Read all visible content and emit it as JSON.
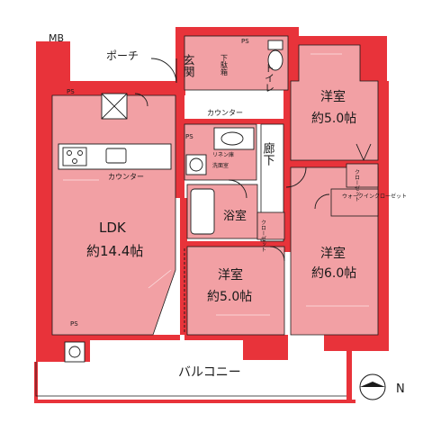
{
  "colors": {
    "wall": "#e8333a",
    "room": "#f2a0a4",
    "line": "#1a1a1a",
    "paper": "#ffffff"
  },
  "rooms": {
    "mb": "MB",
    "porch": "ポーチ",
    "entrance": "玄関",
    "shoe_box": "下駄箱",
    "ps_top": "PS",
    "toilet": "トイレ",
    "western_ne": {
      "name": "洋室",
      "size": "約5.0帖"
    },
    "counter_top": "カウンター",
    "linen": "リネン庫",
    "washroom": "洗面室",
    "ps_mid": "PS",
    "corridor": "廊下",
    "closet_right": "クローゼット",
    "walkin": "ウォークインクローゼット",
    "bath": "浴室",
    "closet_mid": "クローゼット",
    "ldk": {
      "name": "LDK",
      "size": "約14.4帖"
    },
    "kitchen_counter": "カウンター",
    "western_center": {
      "name": "洋室",
      "size": "約5.0帖"
    },
    "western_se": {
      "name": "洋室",
      "size": "約6.0帖"
    },
    "ps_left": "PS",
    "ps_small": "PS",
    "balcony": "バルコニー",
    "north": "N"
  }
}
